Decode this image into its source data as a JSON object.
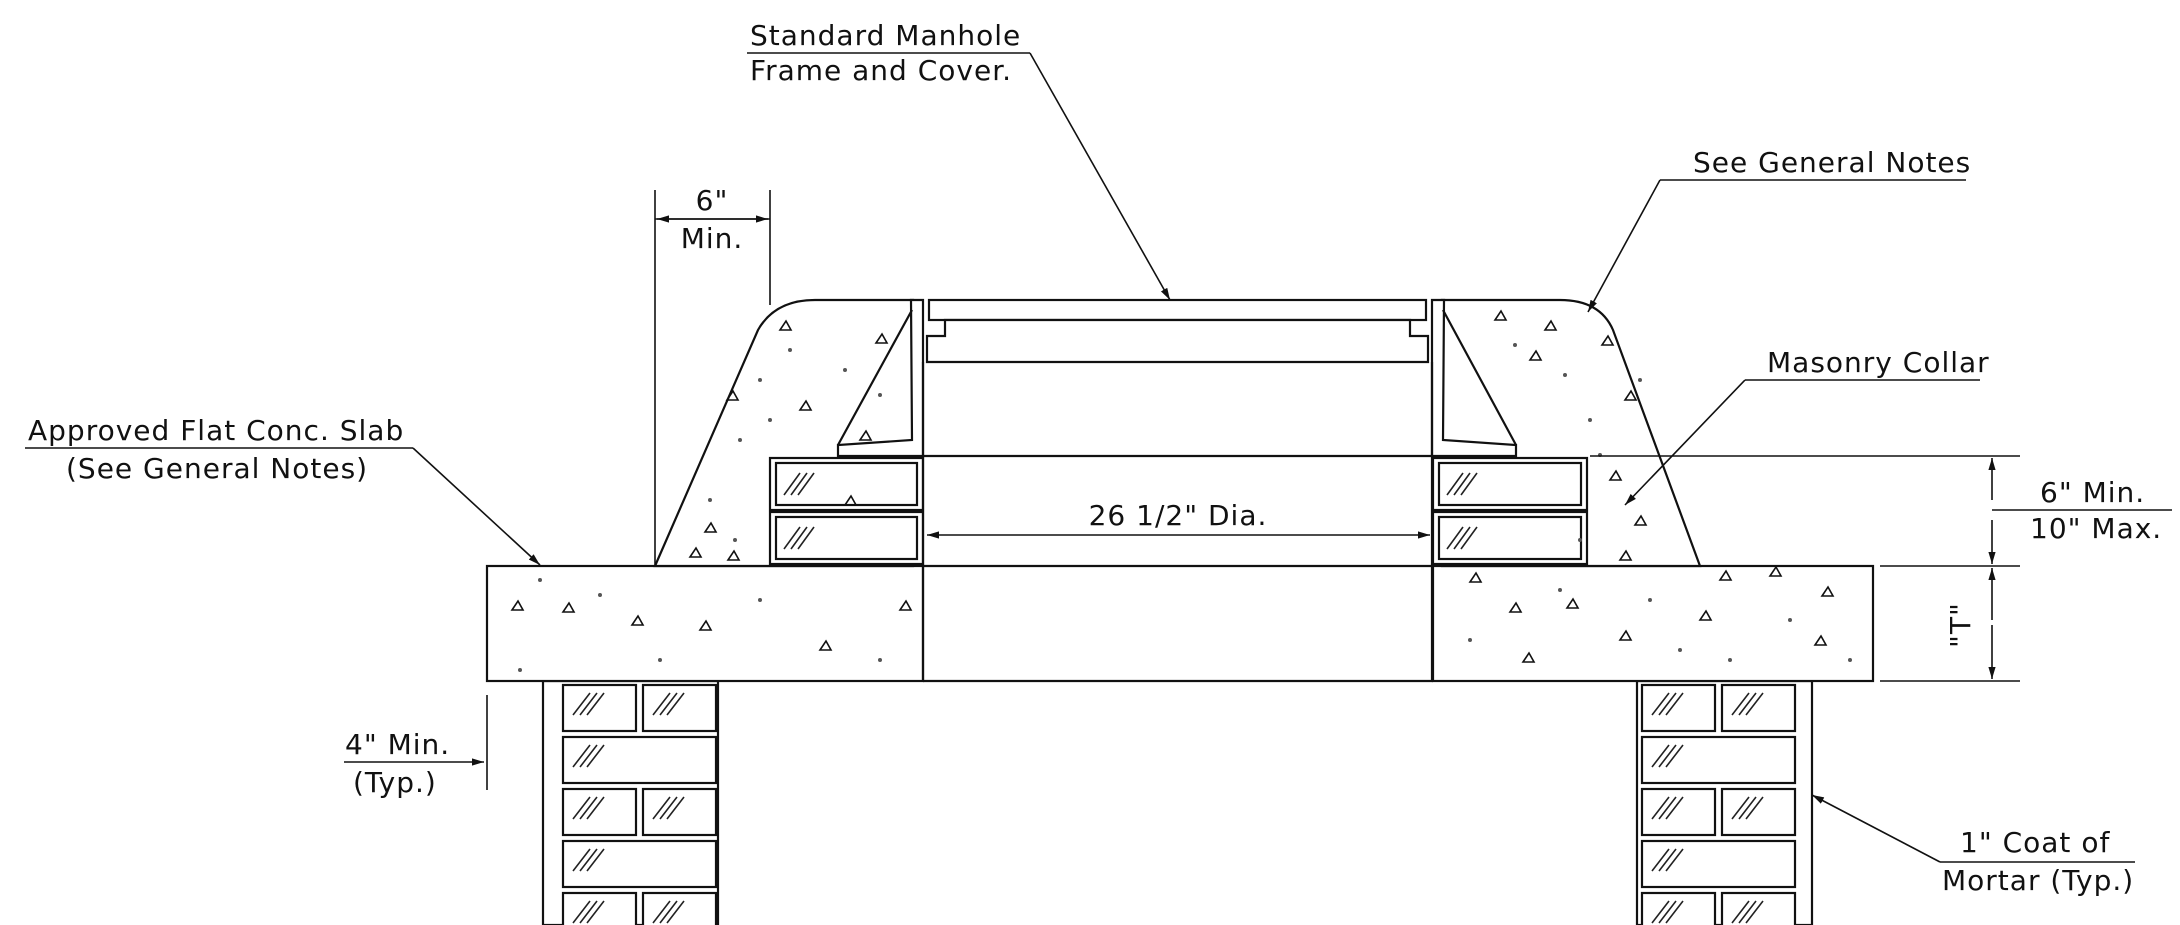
{
  "labels": {
    "frame_cover_line1": "Standard Manhole",
    "frame_cover_line2": "Frame and Cover.",
    "general_notes": "See General Notes",
    "masonry_collar": "Masonry Collar",
    "slab_line1": "Approved Flat Conc. Slab",
    "slab_line2": "(See General Notes)",
    "six_min_top_line1": "6\"",
    "six_min_top_line2": "Min.",
    "diameter": "26 1/2\" Dia.",
    "collar_height_line1": "6\" Min.",
    "collar_height_line2": "10\" Max.",
    "slab_thickness": "\"T\"",
    "wall_min_line1": "4\" Min.",
    "wall_min_line2": "(Typ.)",
    "mortar_line1": "1\" Coat of",
    "mortar_line2": "Mortar (Typ.)"
  }
}
